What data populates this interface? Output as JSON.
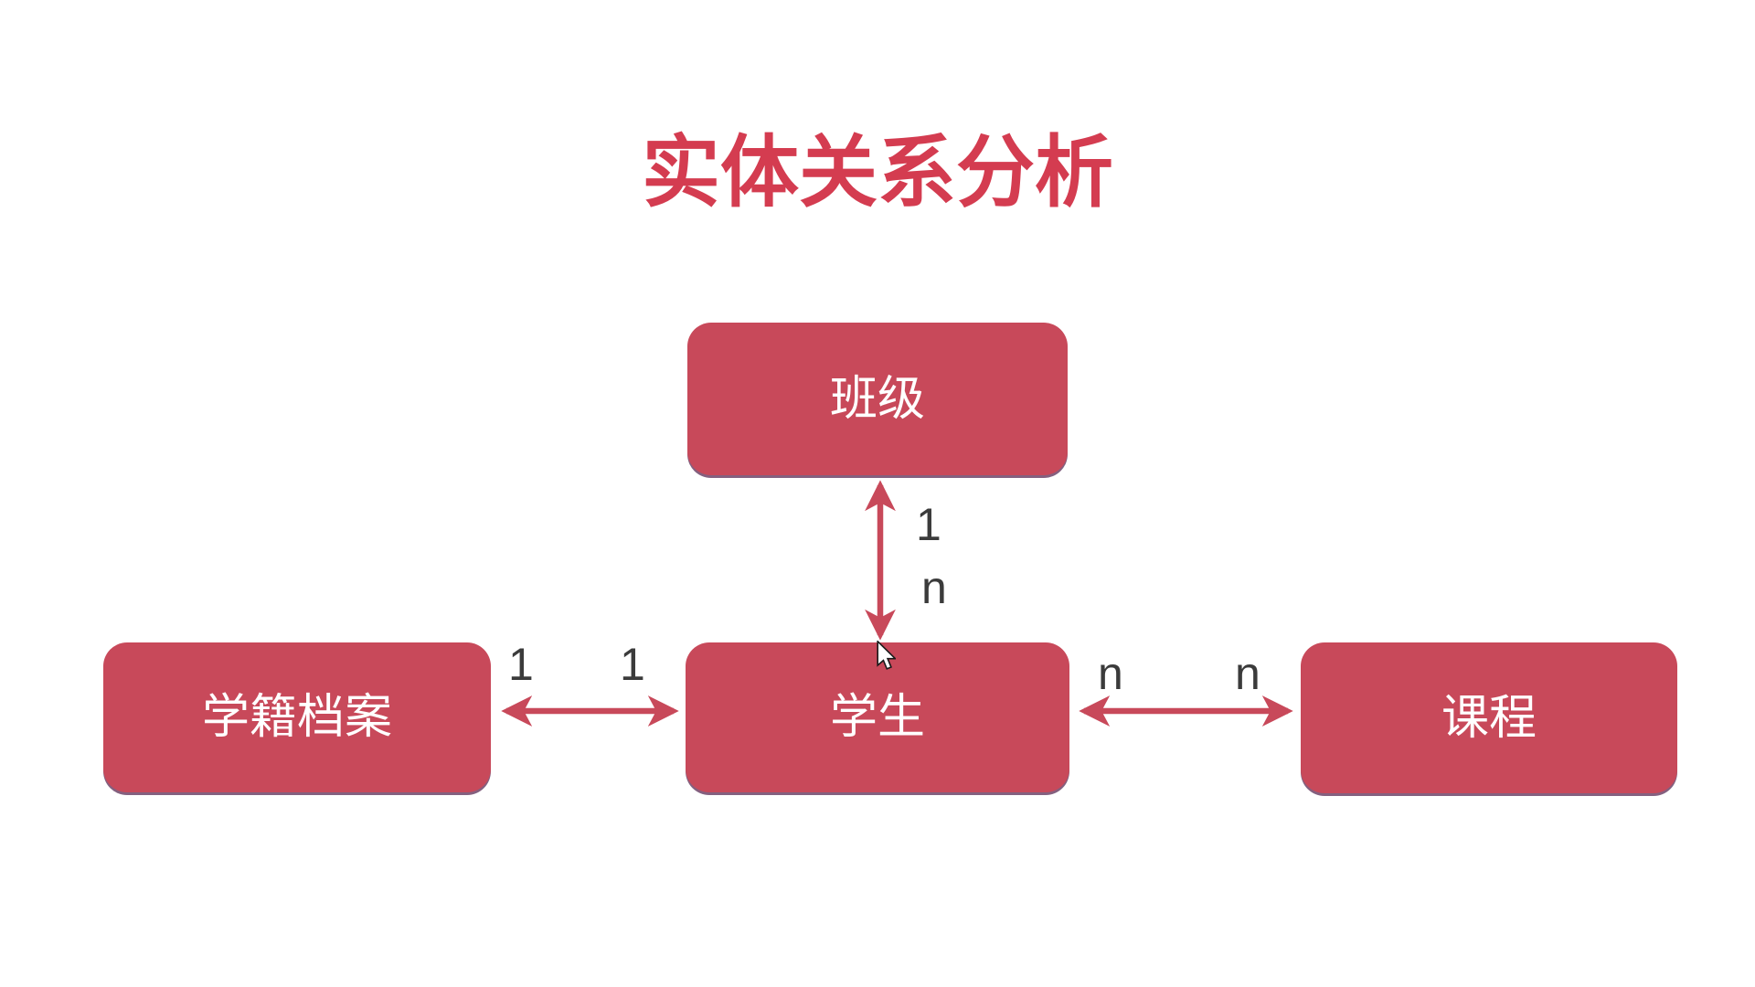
{
  "title": "实体关系分析",
  "colors": {
    "background": "#ffffff",
    "accent": "#c8495a",
    "title_color": "#d43c50",
    "entity_text": "#ffffff",
    "cardinality_color": "#3b3b3b",
    "edge_shadow": "#84607f"
  },
  "entities": [
    {
      "label": "班级"
    },
    {
      "label": "学籍档案"
    },
    {
      "label": "学生"
    },
    {
      "label": "课程"
    }
  ],
  "relationships": [
    {
      "from": "班级",
      "to": "学生",
      "from_label": "1",
      "to_label": "n"
    },
    {
      "from": "学籍档案",
      "to": "学生",
      "from_label": "1",
      "to_label": "1"
    },
    {
      "from": "学生",
      "to": "课程",
      "from_label": "n",
      "to_label": "n"
    }
  ]
}
